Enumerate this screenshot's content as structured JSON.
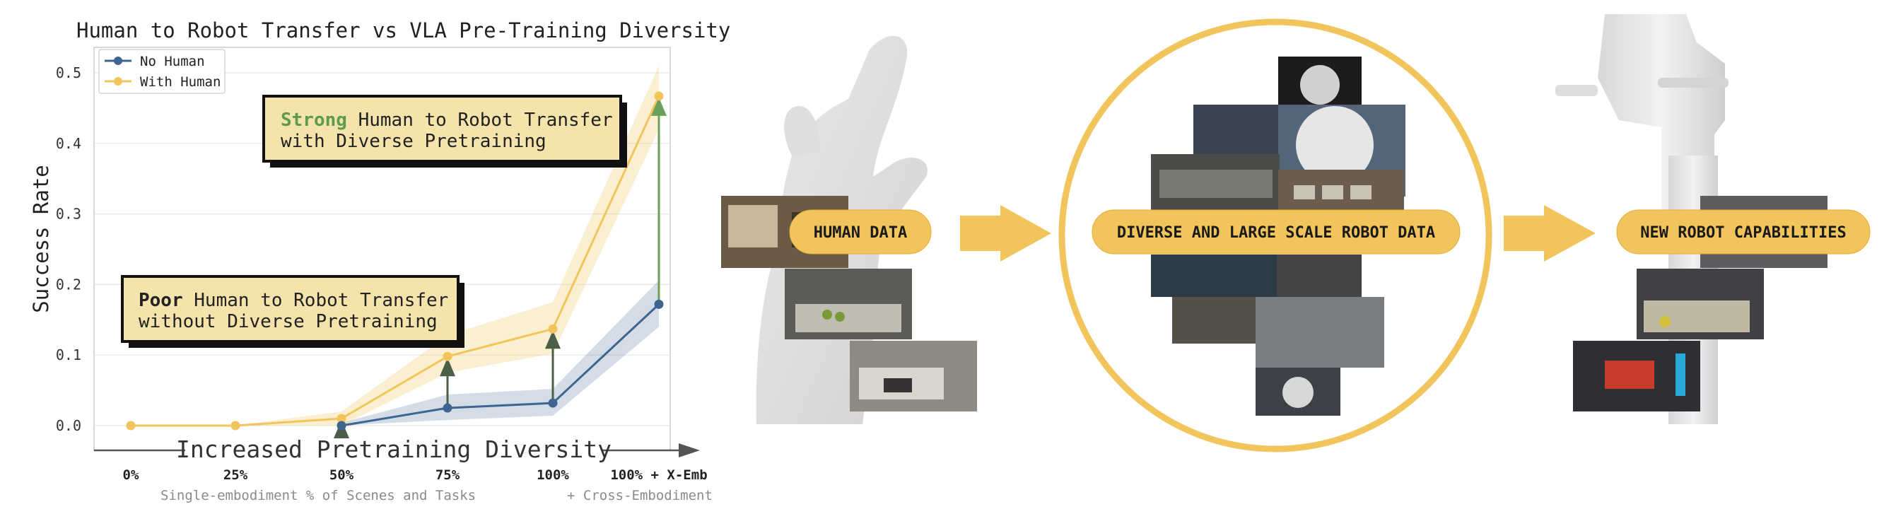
{
  "chart_data": {
    "type": "line",
    "title": "Human to Robot Transfer vs VLA Pre-Training Diversity",
    "ylabel": "Success Rate",
    "xlabel": "Increased Pretraining Diversity",
    "ylim": [
      -0.03,
      0.53
    ],
    "yticks": [
      "0.0",
      "0.1",
      "0.2",
      "0.3",
      "0.4",
      "0.5"
    ],
    "categories": [
      "0%",
      "25%",
      "50%",
      "75%",
      "100%",
      "100% + X-Emb"
    ],
    "grid": true,
    "legend_position": "top-left",
    "series": [
      {
        "name": "No Human",
        "color": "#3d6590",
        "values": [
          null,
          null,
          0.0,
          0.025,
          0.032,
          0.172
        ],
        "band_low": [
          null,
          null,
          0.0,
          0.008,
          0.014,
          0.14
        ],
        "band_high": [
          null,
          null,
          0.004,
          0.044,
          0.052,
          0.206
        ]
      },
      {
        "name": "With Human",
        "color": "#f2c55c",
        "values": [
          0.0,
          0.0,
          0.01,
          0.098,
          0.137,
          0.467
        ],
        "band_low": [
          0.0,
          0.0,
          0.0,
          0.075,
          0.102,
          0.42
        ],
        "band_high": [
          0.0,
          0.0,
          0.02,
          0.128,
          0.175,
          0.51
        ]
      }
    ],
    "arrows": [
      {
        "category": "50%",
        "color": "#4a5f45"
      },
      {
        "category": "75%",
        "color": "#4a5f45"
      },
      {
        "category": "100%",
        "color": "#4a5f45"
      },
      {
        "category": "100% + X-Emb",
        "color": "#6aa05a"
      }
    ],
    "annotations": {
      "strong_bold": "Strong",
      "strong_line1": " Human to Robot Transfer",
      "strong_line2": "with Diverse Pretraining",
      "poor_bold": "Poor",
      "poor_line1": " Human to Robot Transfer",
      "poor_line2": "without Diverse Pretraining"
    },
    "sublabels": {
      "left": "Single-embodiment % of Scenes and Tasks",
      "right": "+ Cross-Embodiment"
    }
  },
  "diagram": {
    "human_data": "HUMAN DATA",
    "robot_data": "DIVERSE AND LARGE SCALE ROBOT DATA",
    "new_capabilities": "NEW ROBOT CAPABILITIES",
    "accent_color": "#f2c55c"
  }
}
